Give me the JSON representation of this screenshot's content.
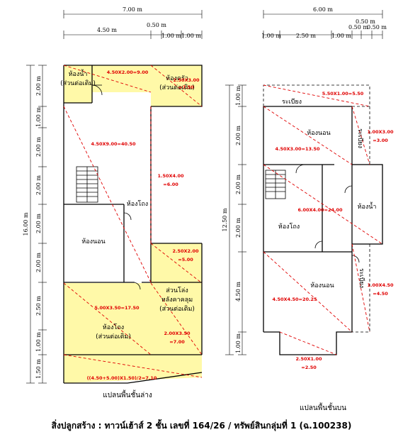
{
  "left_plan": {
    "caption": "แปลนพื้นชั้นล่าง",
    "top_dims": {
      "overall": "7.00 m",
      "a": "4.50 m",
      "b": "0.50 m",
      "c": "1.00 m",
      "d": "1.00 m"
    },
    "side_dims": {
      "overall": "16.00 m",
      "s1": "2.00 m",
      "s2": "1.00 m",
      "s3": "2.00 m",
      "s4": "2.00 m",
      "s5": "2.00 m",
      "s6": "2.00 m",
      "s7": "2.50 m",
      "s8": "1.00 m",
      "s9": "1.50 m"
    },
    "rooms": {
      "bath": "ห้องน้ำ",
      "bath_ext": "(ส่วนต่อเติม)",
      "kitchen": "ห้องครัว",
      "kitchen_ext": "(ส่วนต่อเติม)",
      "hall": "ห้องโถง",
      "bedroom": "ห้องนอน",
      "carport1": "ส่วนโล่ง",
      "carport2": "หลังคาคลุม",
      "carport3": "(ส่วนต่อเติม)",
      "front_hall": "ห้องโถง",
      "front_hall_ext": "(ส่วนต่อเติม)"
    },
    "calcs": {
      "c1": "4.50X2.00=9.00",
      "c2": "2.50X3.00",
      "c2b": "=7.50",
      "c3": "4.50X9.00=40.50",
      "c4": "1.50X4.00",
      "c4b": "=6.00",
      "c5": "2.50X2.00",
      "c5b": "=5.00",
      "c6": "5.00X3.50=17.50",
      "c7": "2.00X3.50",
      "c7b": "=7.00",
      "c8": "((4.50+5.00)X1.50)/2=7.10"
    }
  },
  "right_plan": {
    "caption": "แปลนพื้นชั้นบน",
    "top_dims": {
      "overall": "6.00 m",
      "a": "1.00 m",
      "b": "2.50 m",
      "c": "1.00 m",
      "d": "0.50 m",
      "e": "0.50 m",
      "f": "0.50 m"
    },
    "side_dims": {
      "overall": "12.50 m",
      "s1": "1.00 m",
      "s2": "2.00 m",
      "s3": "2.00 m",
      "s4": "2.00 m",
      "s5": "4.50 m",
      "s6": "1.00 m"
    },
    "rooms": {
      "balcony_top": "ระเบียง",
      "bedroom1": "ห้องนอน",
      "side_balcony": "ระเบียง",
      "bath": "ห้องน้ำ",
      "hall": "ห้องโถง",
      "bedroom2": "ห้องนอน",
      "front_balcony": "ระเบียง"
    },
    "calcs": {
      "c1": "5.50X1.00=5.50",
      "c2": "4.50X3.00=13.50",
      "c3": "1.00X3.00",
      "c3b": "=3.00",
      "c4": "6.00X4.00=24.00",
      "c5": "1.00X4.50",
      "c5b": "=4.50",
      "c6": "4.50X4.50=20.25",
      "c7": "2.50X1.00",
      "c7b": "=2.50"
    }
  },
  "footer": "สิ่งปลูกสร้าง : ทาวน์เฮ้าส์ 2 ชั้น เลขที่ 164/26 / ทรัพย์สินกลุ่มที่ 1 (ฉ.100238)",
  "colors": {
    "extension_fill": "#fff9a8",
    "calc_red": "#e00000",
    "wall": "#000000"
  }
}
